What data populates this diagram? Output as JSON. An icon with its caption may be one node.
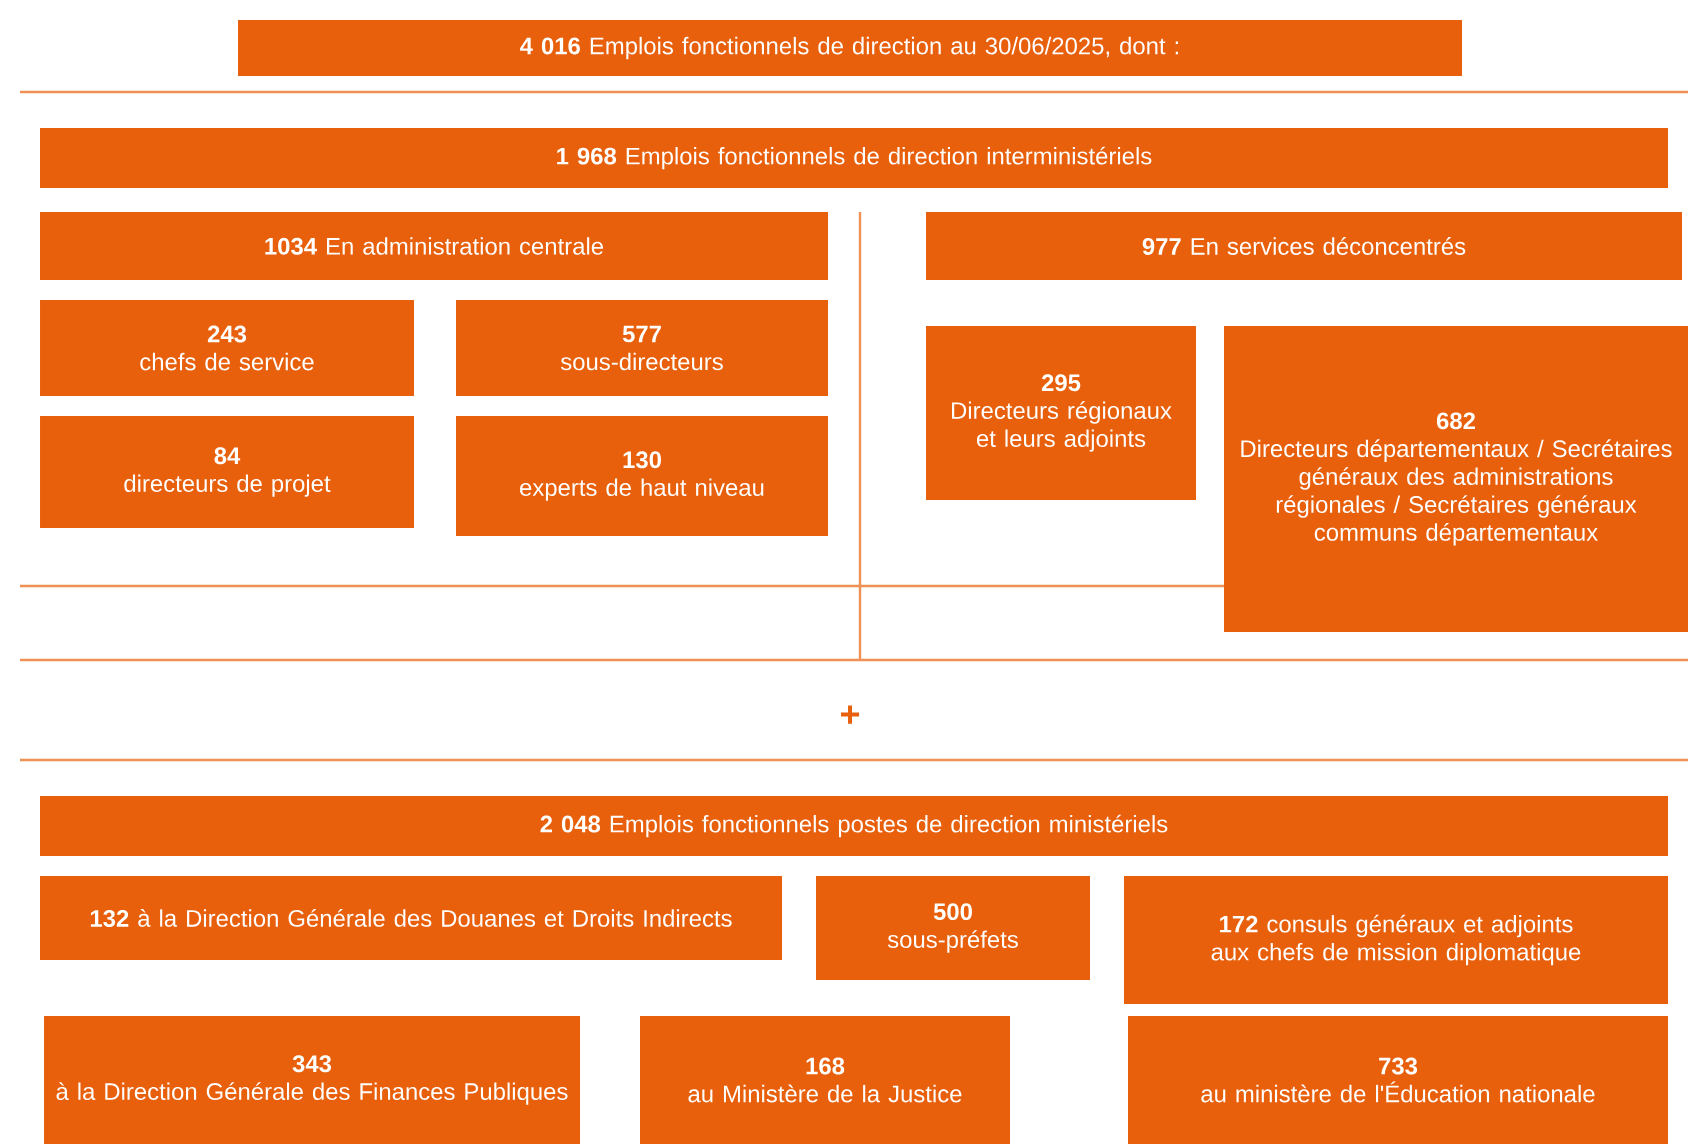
{
  "diagram": {
    "nodes": [
      {
        "text": [
          "**4 016** Emplois fonctionnels de direction au 30/06/2025, dont :"
        ]
      },
      {
        "text": [
          "**1 968** Emplois fonctionnels de direction interministériels"
        ]
      },
      {
        "text": [
          "**1034** En administration centrale"
        ]
      },
      {
        "text": [
          "**977** En services déconcentrés"
        ]
      },
      {
        "text": [
          "243",
          "chefs de service"
        ]
      },
      {
        "text": [
          "577",
          "sous-directeurs"
        ]
      },
      {
        "text": [
          "84",
          "directeurs de projet"
        ]
      },
      {
        "text": [
          "130",
          "experts de haut niveau"
        ]
      },
      {
        "text": [
          "295",
          "Directeurs régionaux et leurs adjoints"
        ]
      },
      {
        "text": [
          "682",
          "Directeurs départementaux / Secrétaires généraux des administrations régionales / Secrétaires généraux communs départementaux"
        ]
      },
      {
        "text": [
          "**2 048** Emplois fonctionnels postes de direction ministériels"
        ]
      },
      {
        "text": [
          "**132** à la Direction Générale des Douanes et Droits Indirects"
        ]
      },
      {
        "text": [
          "500",
          "sous-préfets"
        ]
      },
      {
        "text": [
          "**172** consuls généraux et adjoints aux chefs de mission diplomatique"
        ]
      },
      {
        "text": [
          "343",
          "à la Direction Générale des Finances Publiques"
        ]
      },
      {
        "text": [
          "168",
          "au Ministère de la Justice"
        ]
      },
      {
        "text": [
          "733",
          "au ministère de l'Éducation nationale"
        ]
      }
    ],
    "labels": [
      "+"
    ]
  }
}
